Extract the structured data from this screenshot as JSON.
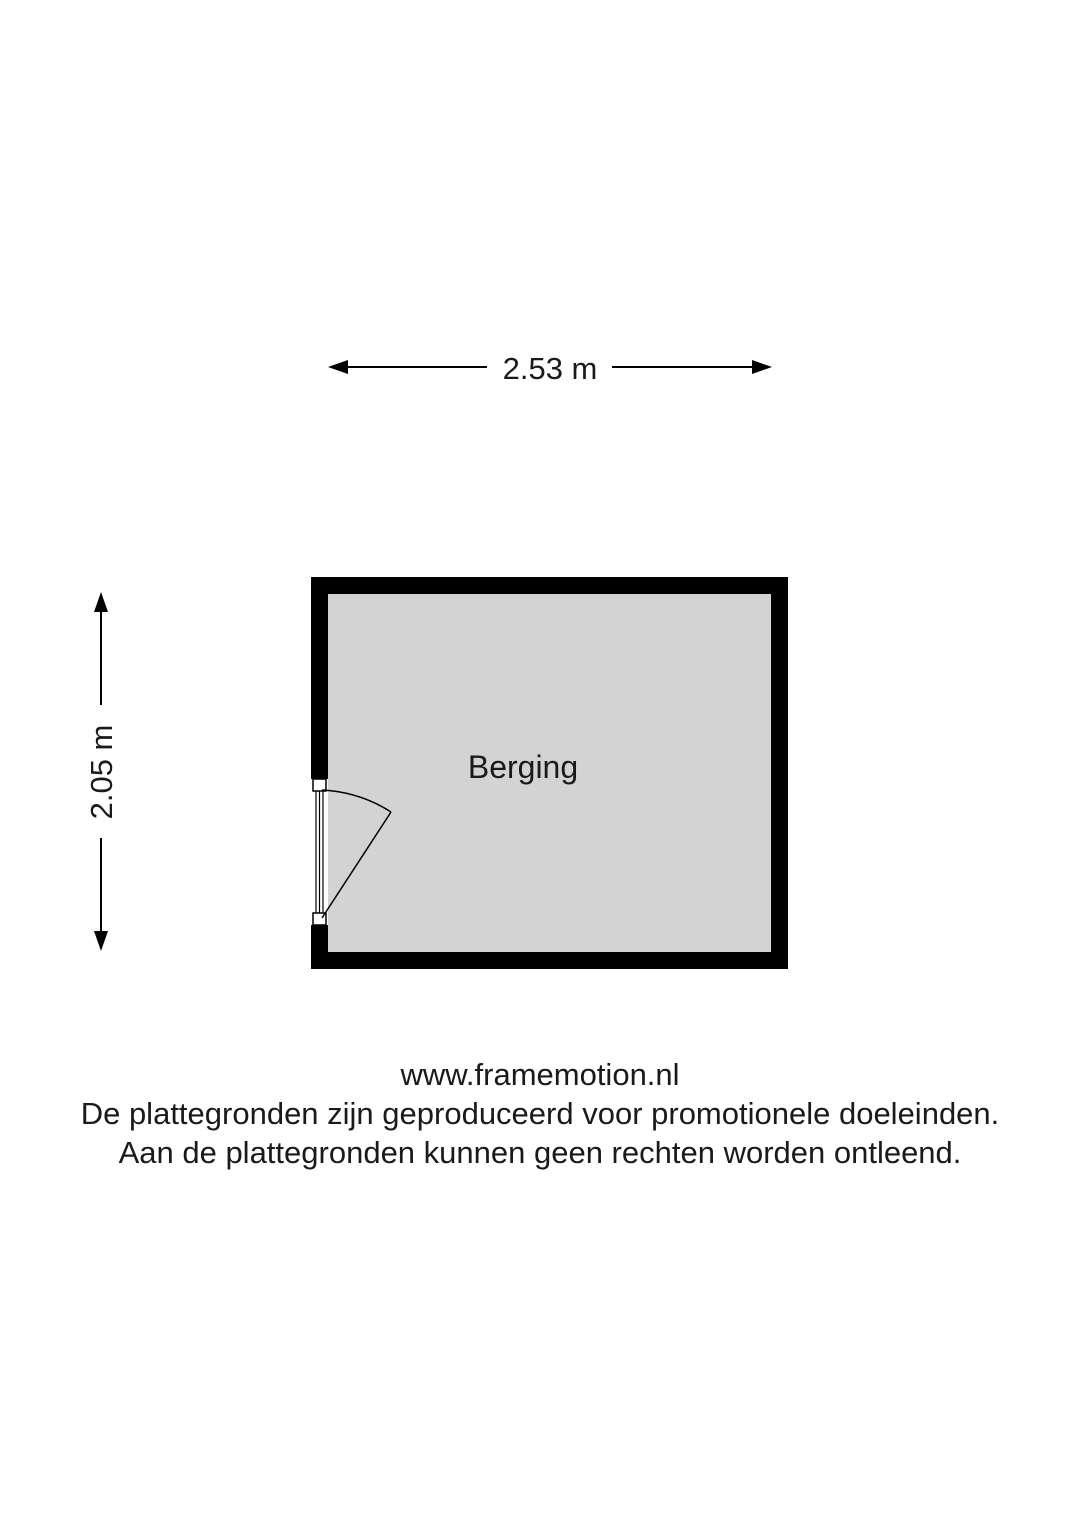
{
  "floorplan": {
    "room_label": "Berging",
    "width_dimension": "2.53 m",
    "height_dimension": "2.05 m"
  },
  "colors": {
    "wall": "#000000",
    "floor": "#d3d3d3",
    "text": "#1a1a1a",
    "background": "#ffffff"
  },
  "footer": {
    "website": "www.framemotion.nl",
    "disclaimer_line1": "De plattegronden zijn geproduceerd voor promotionele doeleinden.",
    "disclaimer_line2": "Aan de plattegronden kunnen geen rechten worden ontleend."
  }
}
